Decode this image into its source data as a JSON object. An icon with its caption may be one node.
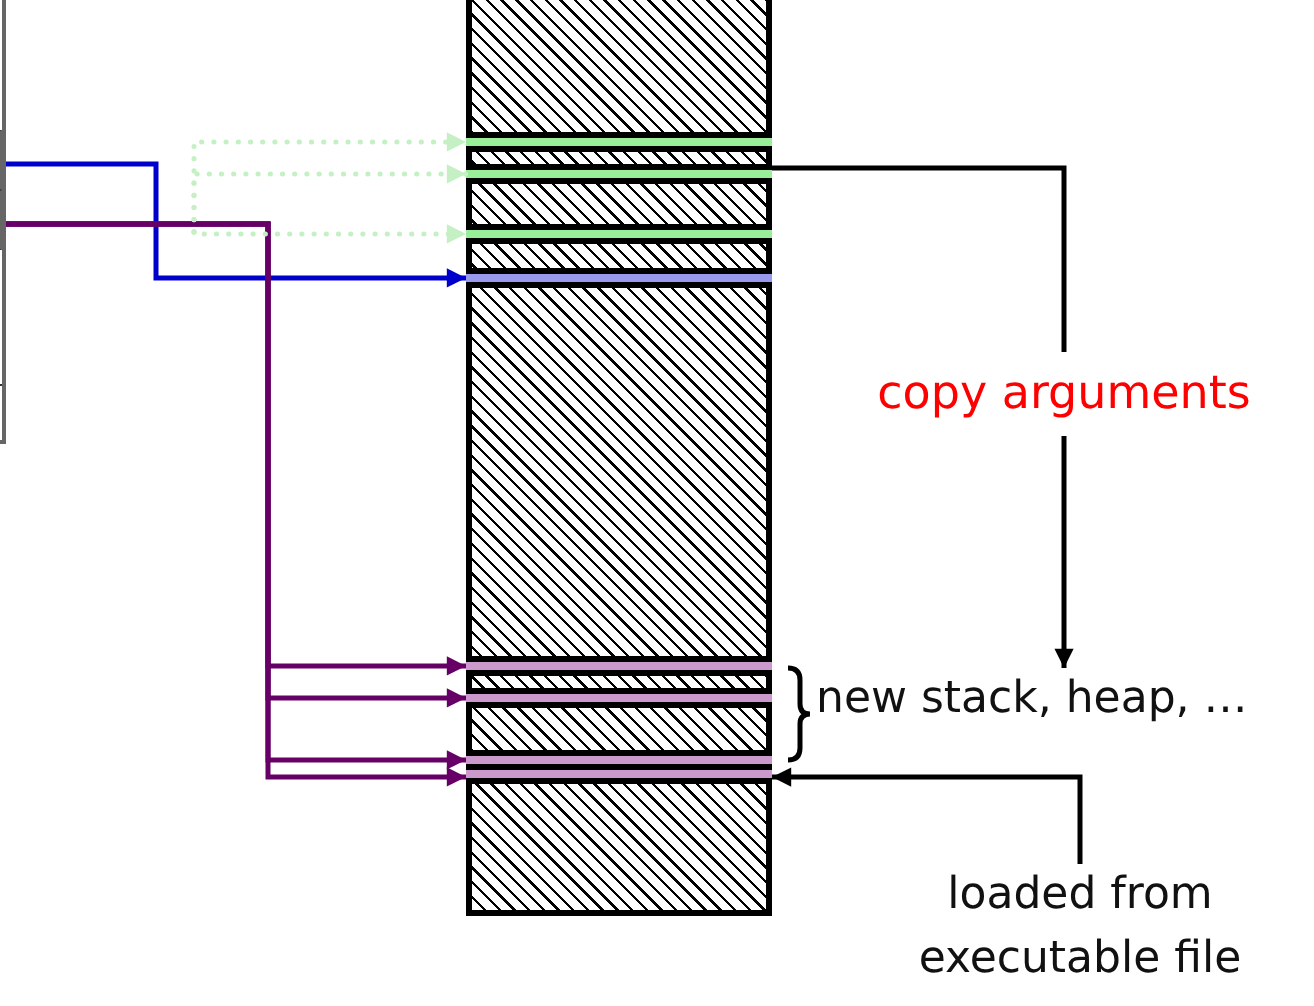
{
  "diagram": {
    "nodes": [
      {
        "text": [],
        "shape": "box"
      },
      {
        "text": [],
        "shape": "box",
        "in": 0
      },
      {
        "text": [],
        "shape": "box",
        "in": 0
      },
      {
        "text": [],
        "shape": "box"
      },
      {
        "text": [],
        "shape": "bar",
        "in": 3
      },
      {
        "text": [],
        "shape": "bar",
        "in": 3
      },
      {
        "text": [],
        "shape": "bar",
        "in": 3
      },
      {
        "text": [],
        "shape": "bar",
        "in": 3
      },
      {
        "text": [],
        "shape": "bar",
        "in": 3
      },
      {
        "text": [],
        "shape": "bar",
        "in": 3
      },
      {
        "text": [],
        "shape": "bar",
        "in": 3
      },
      {
        "text": [],
        "shape": "bar",
        "in": 3
      },
      {
        "text": [
          "new stack, heap, …"
        ]
      },
      {
        "text": [
          "loaded from executable file"
        ]
      }
    ],
    "edges": [
      {
        "from": 1,
        "to": 7,
        "arrow": "to",
        "color": "#0000cc"
      },
      {
        "from": 2,
        "to": 8,
        "arrow": "to",
        "color": "#660066"
      },
      {
        "from": 2,
        "to": 9,
        "arrow": "to",
        "color": "#660066"
      },
      {
        "from": 2,
        "to": 10,
        "arrow": "to",
        "color": "#660066"
      },
      {
        "from": 2,
        "to": 11,
        "arrow": "to",
        "color": "#660066"
      },
      {
        "from": null,
        "to": 4,
        "arrow": "to",
        "style": "dashed",
        "color": "#c4f0c4"
      },
      {
        "from": null,
        "to": 5,
        "arrow": "to",
        "style": "dashed",
        "color": "#c4f0c4"
      },
      {
        "from": null,
        "to": 6,
        "arrow": "to",
        "style": "dashed",
        "color": "#c4f0c4"
      },
      {
        "from": 5,
        "to": 12,
        "arrow": "to",
        "label": "copy arguments",
        "color": "#000000"
      },
      {
        "from": 13,
        "to": 11,
        "arrow": "to",
        "color": "#000000"
      }
    ]
  }
}
